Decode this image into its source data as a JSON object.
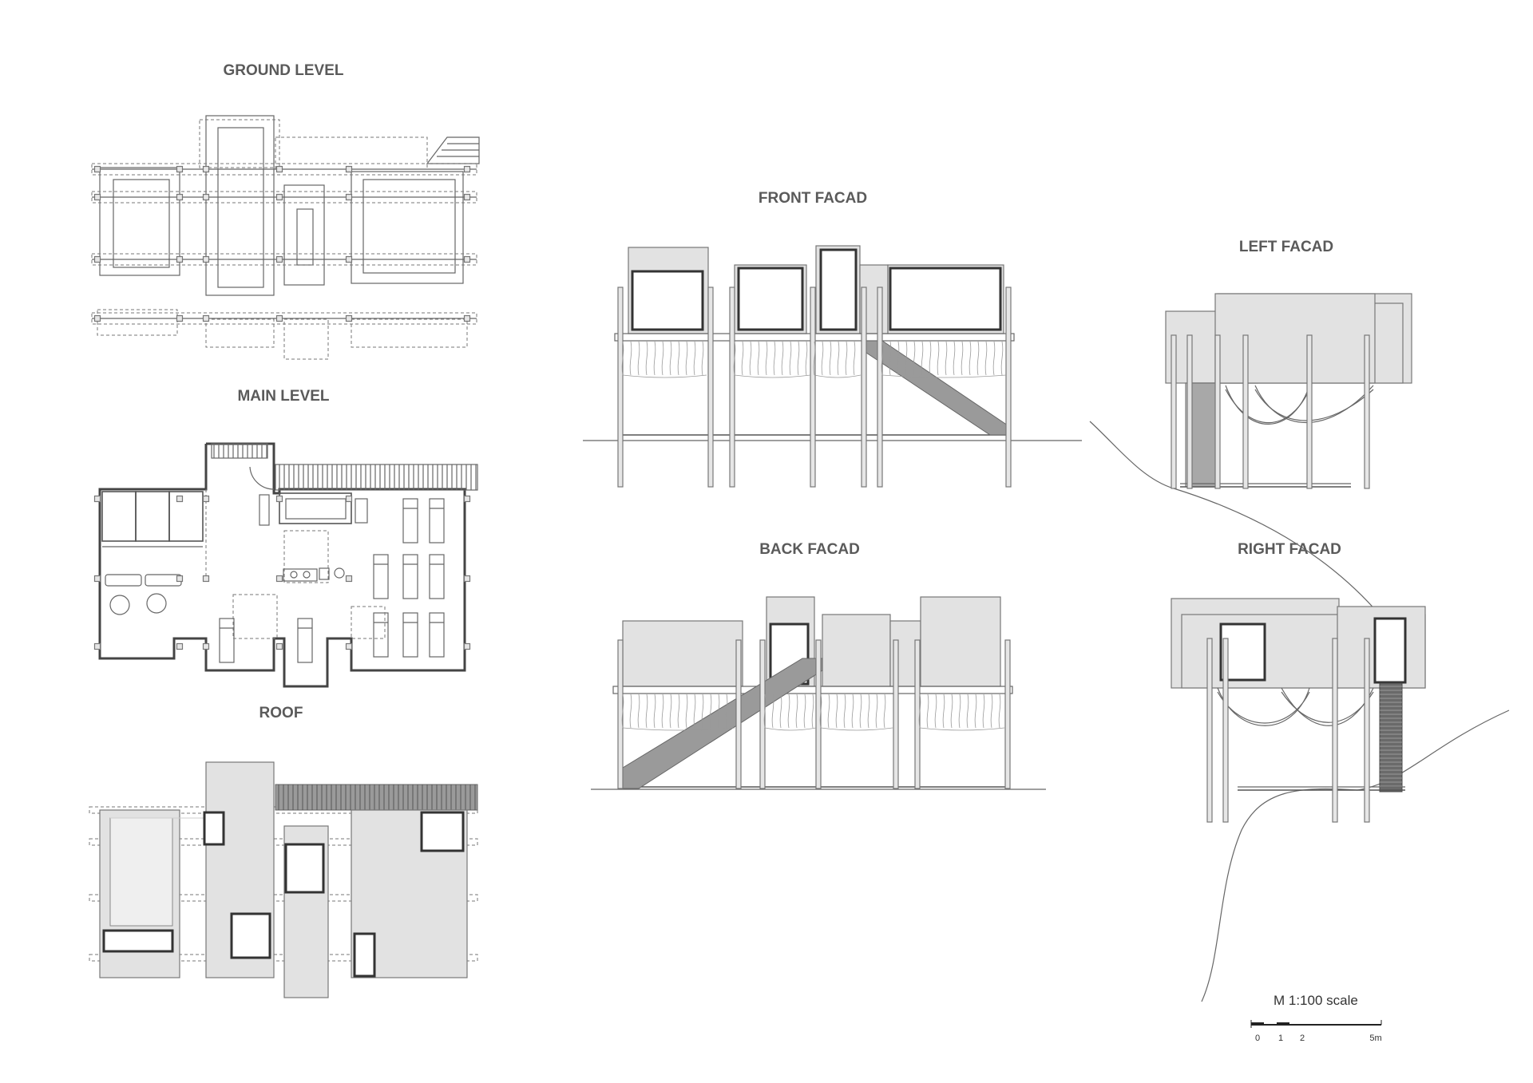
{
  "labels": {
    "ground_level": "GROUND LEVEL",
    "main_level": "MAIN LEVEL",
    "roof": "ROOF",
    "front_facade": "FRONT FACAD",
    "back_facade": "BACK FACAD",
    "left_facade": "LEFT FACAD",
    "right_facade": "RIGHT FACAD"
  },
  "scale_bar": {
    "title": "M 1:100 scale",
    "ticks": [
      "0",
      "1",
      "2",
      "5m"
    ]
  }
}
